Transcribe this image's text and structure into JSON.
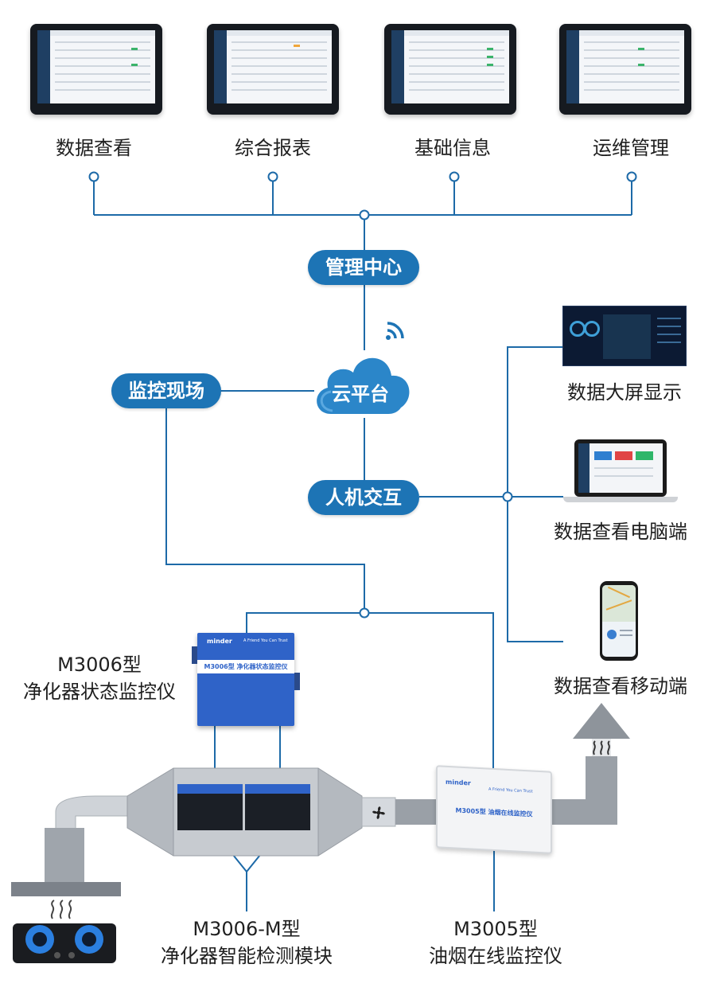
{
  "top_modules": [
    "数据查看",
    "综合报表",
    "基础信息",
    "运维管理"
  ],
  "hub": {
    "management_center": "管理中心",
    "cloud_platform": "云平台",
    "monitoring_site": "监控现场",
    "hmi": "人机交互"
  },
  "terminals": {
    "big_screen": "数据大屏显示",
    "pc": "数据查看电脑端",
    "mobile": "数据查看移动端"
  },
  "devices": {
    "m3006": {
      "model": "M3006型",
      "name": "净化器状态监控仪",
      "panel_title": "M3006型  净化器状态监控仪",
      "brand": "minder",
      "slogan": "A Friend You Can Trust"
    },
    "m3006m": {
      "model": "M3006-M型",
      "name": "净化器智能检测模块"
    },
    "m3005": {
      "model": "M3005型",
      "name": "油烟在线监控仪",
      "panel_title": "M3005型  油烟在线监控仪",
      "brand": "minder",
      "slogan": "A Friend You Can Trust"
    }
  },
  "colors": {
    "line": "#1d6aa8",
    "pill": "#1d74b5",
    "cloud": "#2b86c9",
    "device_blue": "#2f63c8"
  }
}
